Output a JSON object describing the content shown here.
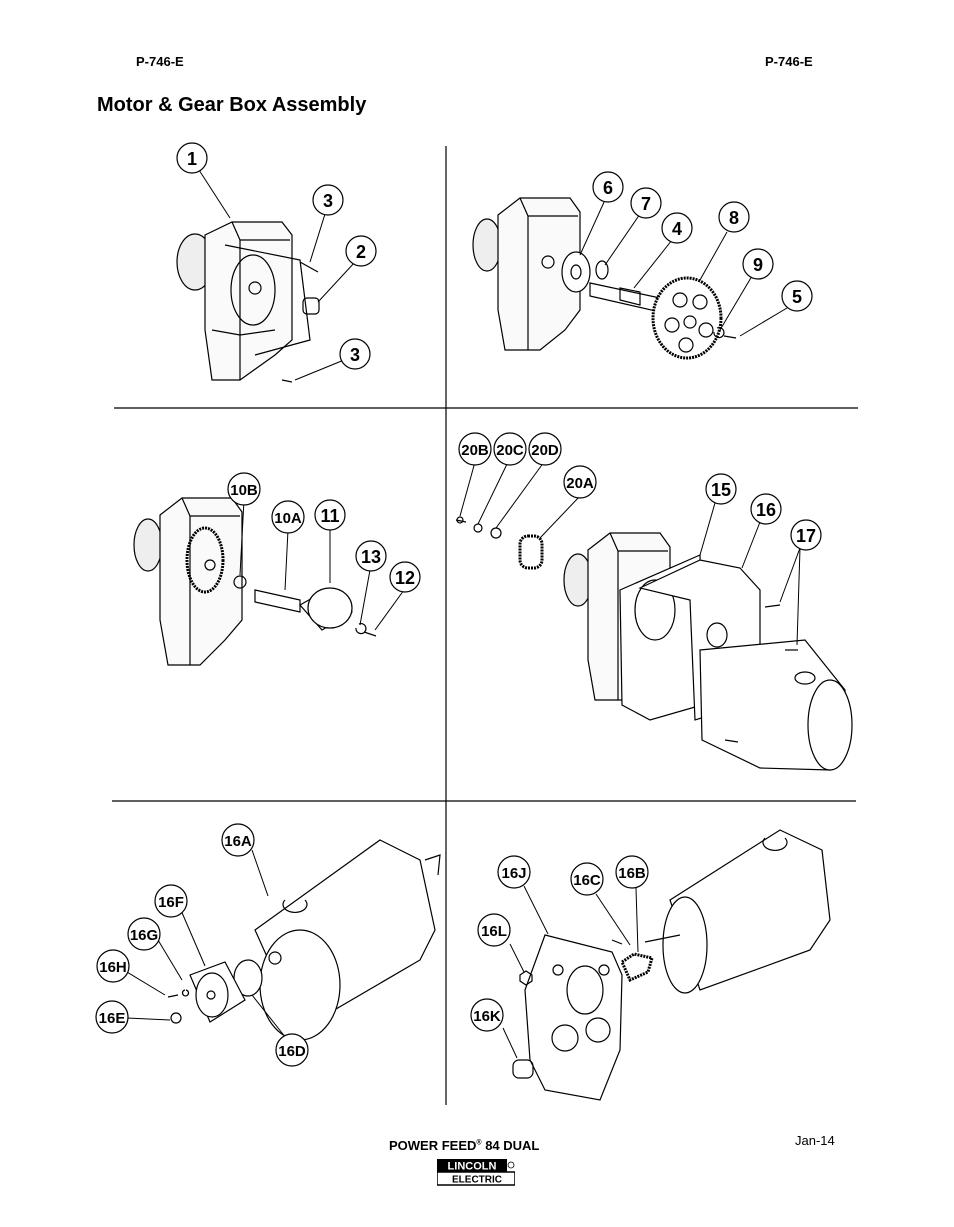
{
  "header": {
    "left_code": "P-746-E",
    "right_code": "P-746-E"
  },
  "title": "Motor & Gear Box Assembly",
  "callouts": {
    "c1": "1",
    "c2": "2",
    "c3a": "3",
    "c3b": "3",
    "c4": "4",
    "c5": "5",
    "c6": "6",
    "c7": "7",
    "c8": "8",
    "c9": "9",
    "c10a": "10A",
    "c10b": "10B",
    "c11": "11",
    "c12": "12",
    "c13": "13",
    "c15": "15",
    "c16": "16",
    "c17": "17",
    "c20a": "20A",
    "c20b": "20B",
    "c20c": "20C",
    "c20d": "20D",
    "c16a": "16A",
    "c16b": "16B",
    "c16c": "16C",
    "c16d": "16D",
    "c16e": "16E",
    "c16f": "16F",
    "c16g": "16G",
    "c16h": "16H",
    "c16j": "16J",
    "c16k": "16K",
    "c16l": "16L"
  },
  "footer": {
    "product": "POWER FEED",
    "registered": "®",
    "product_suffix": " 84 DUAL",
    "date": "Jan-14",
    "logo_top": "LINCOLN",
    "logo_bottom": "ELECTRIC"
  }
}
